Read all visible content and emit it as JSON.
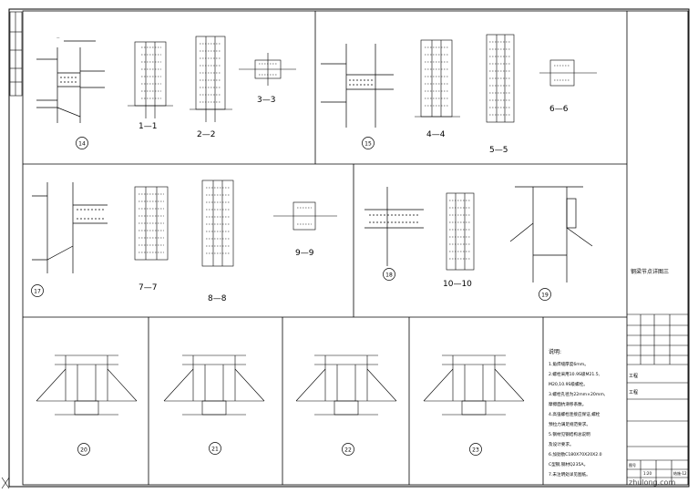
{
  "sheet": {
    "title_block": {
      "drawing_title": "钢梁节点详图三",
      "field_a": "工程",
      "field_b": "工程",
      "field_c": "图号",
      "scale": "1:20",
      "number": "结施-12"
    }
  },
  "sections": [
    {
      "id": "s1",
      "label": "1—1"
    },
    {
      "id": "s2",
      "label": "2—2"
    },
    {
      "id": "s3",
      "label": "3—3"
    },
    {
      "id": "s4",
      "label": "4—4"
    },
    {
      "id": "s5",
      "label": "5—5"
    },
    {
      "id": "s6",
      "label": "6—6"
    },
    {
      "id": "s7",
      "label": "7—7"
    },
    {
      "id": "s8",
      "label": "8—8"
    },
    {
      "id": "s9",
      "label": "9—9"
    },
    {
      "id": "s10",
      "label": "10—10"
    }
  ],
  "details": [
    {
      "id": "d14",
      "label": "14"
    },
    {
      "id": "d15",
      "label": "15"
    },
    {
      "id": "d17",
      "label": "17"
    },
    {
      "id": "d18",
      "label": "18"
    },
    {
      "id": "d19",
      "label": "19"
    },
    {
      "id": "d20",
      "label": "20"
    },
    {
      "id": "d21",
      "label": "21"
    },
    {
      "id": "d22",
      "label": "22"
    },
    {
      "id": "d23",
      "label": "23"
    }
  ],
  "notes": {
    "heading": "说明:",
    "items": [
      "1.角焊缝厚度6mm。",
      "2.螺栓采用10.9S级M21.5,",
      "  M20,10.9S级螺栓。",
      "3.螺栓孔径为22mm×20mm,",
      "  摩擦面抗滑移系数。",
      "4.高强螺栓连接应保证,螺栓",
      "  预拉力满足规范要求。",
      "5.钢材见钢结构总说明",
      "  及设计要求。",
      "6.加劲肋C180X70X20X2.0",
      "  C型钢,钢材Q235A。",
      "7.未注明处详见图纸。"
    ]
  },
  "watermark": "zhulong.com",
  "colors": {
    "line": "#000000",
    "background": "#ffffff",
    "frame": "#000000"
  }
}
